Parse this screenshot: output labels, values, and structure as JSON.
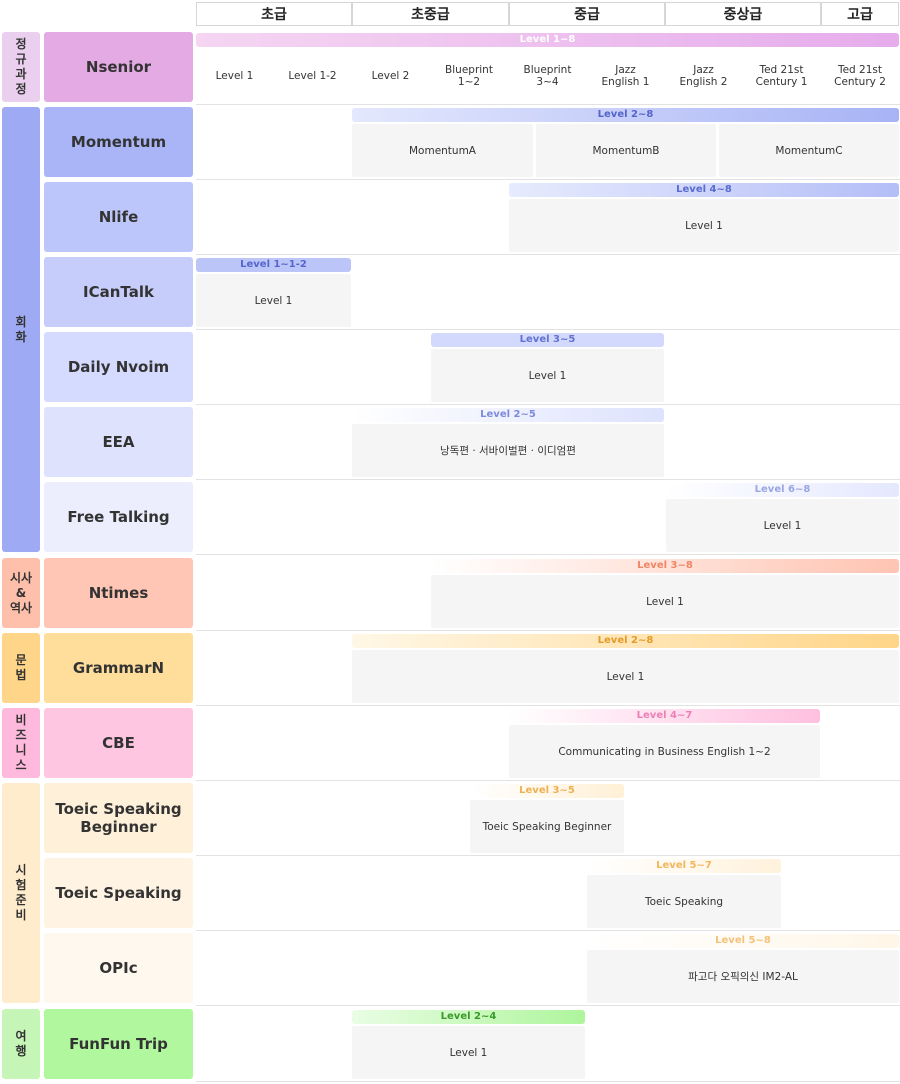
{
  "levels": [
    "초급",
    "초중급",
    "중급",
    "중상급",
    "고급"
  ],
  "categories": [
    {
      "key": "regular",
      "label": "정\n규\n과\n정",
      "color": "#ead0ee"
    },
    {
      "key": "conversation",
      "label": "회\n화",
      "color": "#9eaaf3"
    },
    {
      "key": "news",
      "label": "시사\n&\n역사",
      "color": "#ffc0ab"
    },
    {
      "key": "grammar",
      "label": "문\n법",
      "color": "#ffd58a"
    },
    {
      "key": "business",
      "label": "비\n즈\n니\n스",
      "color": "#ffb9dc"
    },
    {
      "key": "exam",
      "label": "시\n험\n준\n비",
      "color": "#ffeccc"
    },
    {
      "key": "travel",
      "label": "여\n행",
      "color": "#c6f5b8"
    }
  ],
  "programs": [
    {
      "name": "Nsenior",
      "color": "#e4aae3",
      "band": {
        "label": "Level 1~8",
        "from": "#f5d5f2",
        "to": "#e6acec",
        "text": "#ffffff"
      },
      "cells": [
        "Level 1",
        "Level 1-2",
        "Level 2",
        "Blueprint\n1~2",
        "Blueprint\n3~4",
        "Jazz\nEnglish 1",
        "Jazz\nEnglish 2",
        "Ted 21st\nCentury 1",
        "Ted 21st\nCentury 2"
      ]
    },
    {
      "name": "Momentum",
      "color": "#a9b5f7",
      "band": {
        "label": "Level 2~8",
        "from": "#e3e8fd",
        "to": "#a7b3f5",
        "text": "#5565c8"
      },
      "cells": [
        "MomentumA",
        "MomentumB",
        "MomentumC"
      ]
    },
    {
      "name": "Nlife",
      "color": "#bdc6fa",
      "band": {
        "label": "Level 4~8",
        "from": "#e6ebfd",
        "to": "#b4bef7",
        "text": "#5b6bcf"
      },
      "cells": [
        "Level 1"
      ]
    },
    {
      "name": "ICanTalk",
      "color": "#c6cdfb",
      "band": {
        "label": "Level 1~1-2",
        "from": "#bcc5f8",
        "to": "#bcc5f8",
        "text": "#5666cc"
      },
      "cells": [
        "Level 1"
      ]
    },
    {
      "name": "Daily Nvoim",
      "color": "#d5daff",
      "band": {
        "label": "Level 3~5",
        "from": "#d2d9fc",
        "to": "#d2d9fc",
        "text": "#6272d2"
      },
      "cells": [
        "Level 1"
      ]
    },
    {
      "name": "EEA",
      "color": "#dfe2fd",
      "band": {
        "label": "Level 2~5",
        "from": "#ffffff",
        "to": "#dde2fd",
        "text": "#7d8bdb"
      },
      "cells": [
        "낭독편 · 서바이벌편 · 이디엄편"
      ]
    },
    {
      "name": "Free Talking",
      "color": "#eceefe",
      "band": {
        "label": "Level 6~8",
        "from": "#ffffff",
        "to": "#e4e8fe",
        "text": "#9aa6e4"
      },
      "cells": [
        "Level 1"
      ]
    },
    {
      "name": "Ntimes",
      "color": "#ffc6b5",
      "band": {
        "label": "Level 3~8",
        "from": "#ffffff",
        "to": "#ffc4b2",
        "text": "#f08566"
      },
      "cells": [
        "Level 1"
      ]
    },
    {
      "name": "GrammarN",
      "color": "#ffde9c",
      "band": {
        "label": "Level 2~8",
        "from": "#fff7e6",
        "to": "#ffd588",
        "text": "#e39c2a"
      },
      "cells": [
        "Level 1"
      ]
    },
    {
      "name": "CBE",
      "color": "#ffc6e2",
      "band": {
        "label": "Level 4~7",
        "from": "#ffffff",
        "to": "#ffc0df",
        "text": "#ee7fb4"
      },
      "cells": [
        "Communicating in Business English  1~2"
      ]
    },
    {
      "name": "Toeic Speaking\nBeginner",
      "color": "#fff0d9",
      "band": {
        "label": "Level 3~5",
        "from": "#ffffff",
        "to": "#fff0d6",
        "text": "#efb052"
      },
      "cells": [
        "Toeic Speaking Beginner"
      ]
    },
    {
      "name": "Toeic Speaking",
      "color": "#fff4e4",
      "band": {
        "label": "Level 5~7",
        "from": "#ffffff",
        "to": "#fff2dc",
        "text": "#f2b65c"
      },
      "cells": [
        "Toeic Speaking"
      ]
    },
    {
      "name": "OPIc",
      "color": "#fff8ef",
      "band": {
        "label": "Level 5~8",
        "from": "#ffffff",
        "to": "#fff6e8",
        "text": "#f3c27a"
      },
      "cells": [
        "파고다 오픽의신 IM2-AL"
      ]
    },
    {
      "name": "FunFun Trip",
      "color": "#b0f79d",
      "band": {
        "label": "Level 2~4",
        "from": "#e9fde4",
        "to": "#aef59c",
        "text": "#3a9a28"
      },
      "cells": [
        "Level 1"
      ]
    }
  ]
}
